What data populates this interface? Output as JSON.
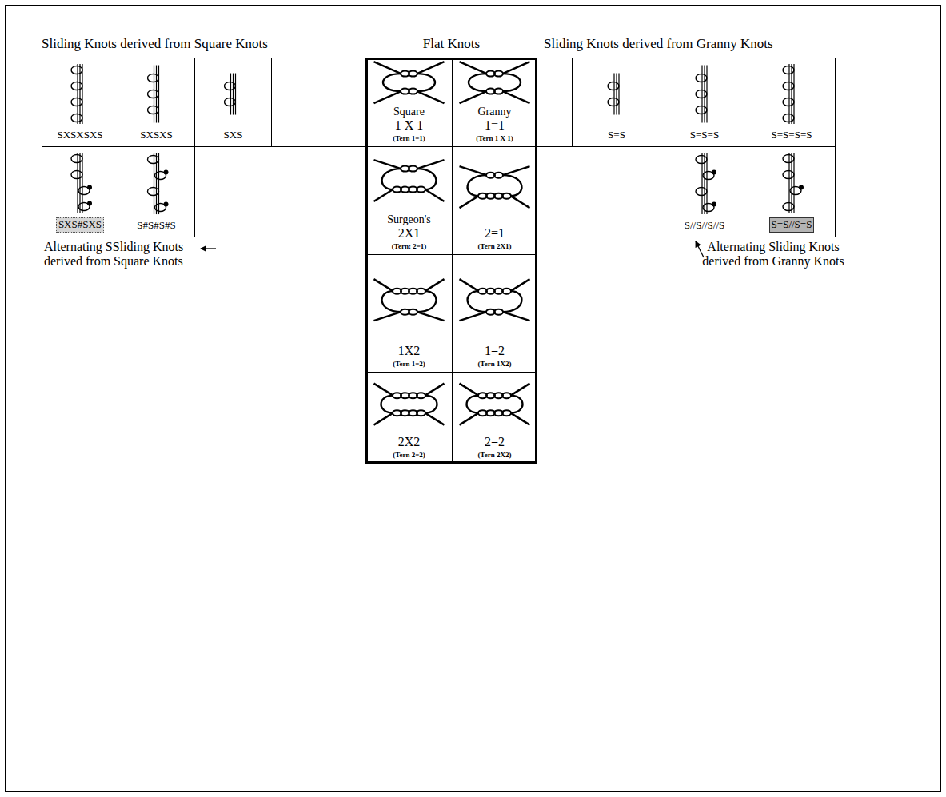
{
  "diagram": {
    "nodes": [
      {
        "text": [
          "Sliding Knots derived from Square Knots"
        ]
      },
      {
        "text": [
          "SXSXSXS"
        ],
        "in": 0
      },
      {
        "text": [
          "SXSXS"
        ],
        "in": 0
      },
      {
        "text": [
          "SXS"
        ],
        "in": 0
      },
      {
        "text": [
          "SXS#SXS"
        ],
        "in": 0
      },
      {
        "text": [
          "S#S#S#S"
        ],
        "in": 0
      },
      {
        "text": [
          "Flat Knots"
        ]
      },
      {
        "text": [
          "Square",
          "1 X 1",
          "(Tern 1=1)"
        ],
        "in": 6
      },
      {
        "text": [
          "Granny",
          "1=1",
          "(Tern 1 X 1)"
        ],
        "in": 6
      },
      {
        "text": [
          "Surgeon's",
          "2X1",
          "(Tern: 2=1)"
        ],
        "in": 6
      },
      {
        "text": [
          "2=1",
          "(Tern 2X1)"
        ],
        "in": 6
      },
      {
        "text": [
          "1X2",
          "(Tern 1=2)"
        ],
        "in": 6
      },
      {
        "text": [
          "1=2",
          "(Tern 1X2)"
        ],
        "in": 6
      },
      {
        "text": [
          "2X2",
          "(Tern 2=2)"
        ],
        "in": 6
      },
      {
        "text": [
          "2=2",
          "(Tern 2X2)"
        ],
        "in": 6
      },
      {
        "text": [
          "Sliding Knots derived from Granny Knots"
        ]
      },
      {
        "text": [
          "S=S"
        ],
        "in": 15
      },
      {
        "text": [
          "S=S=S"
        ],
        "in": 15
      },
      {
        "text": [
          "S=S=S=S"
        ],
        "in": 15
      },
      {
        "text": [
          "S//S//S//S"
        ],
        "in": 15
      },
      {
        "text": [
          "S=S//S=S"
        ],
        "in": 15
      }
    ],
    "labels": [
      "Alternating SSliding Knots derived from Square Knots",
      "Alternating Sliding Knots derived from Granny Knots"
    ]
  }
}
